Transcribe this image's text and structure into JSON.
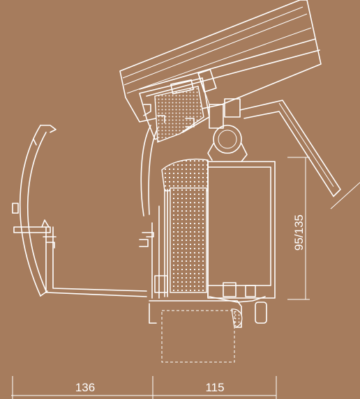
{
  "dimensions": {
    "bottom_left": "136",
    "bottom_right": "115",
    "right_vertical": "95/135"
  },
  "colors": {
    "background": "#a67c5d",
    "line": "#ffffff"
  }
}
